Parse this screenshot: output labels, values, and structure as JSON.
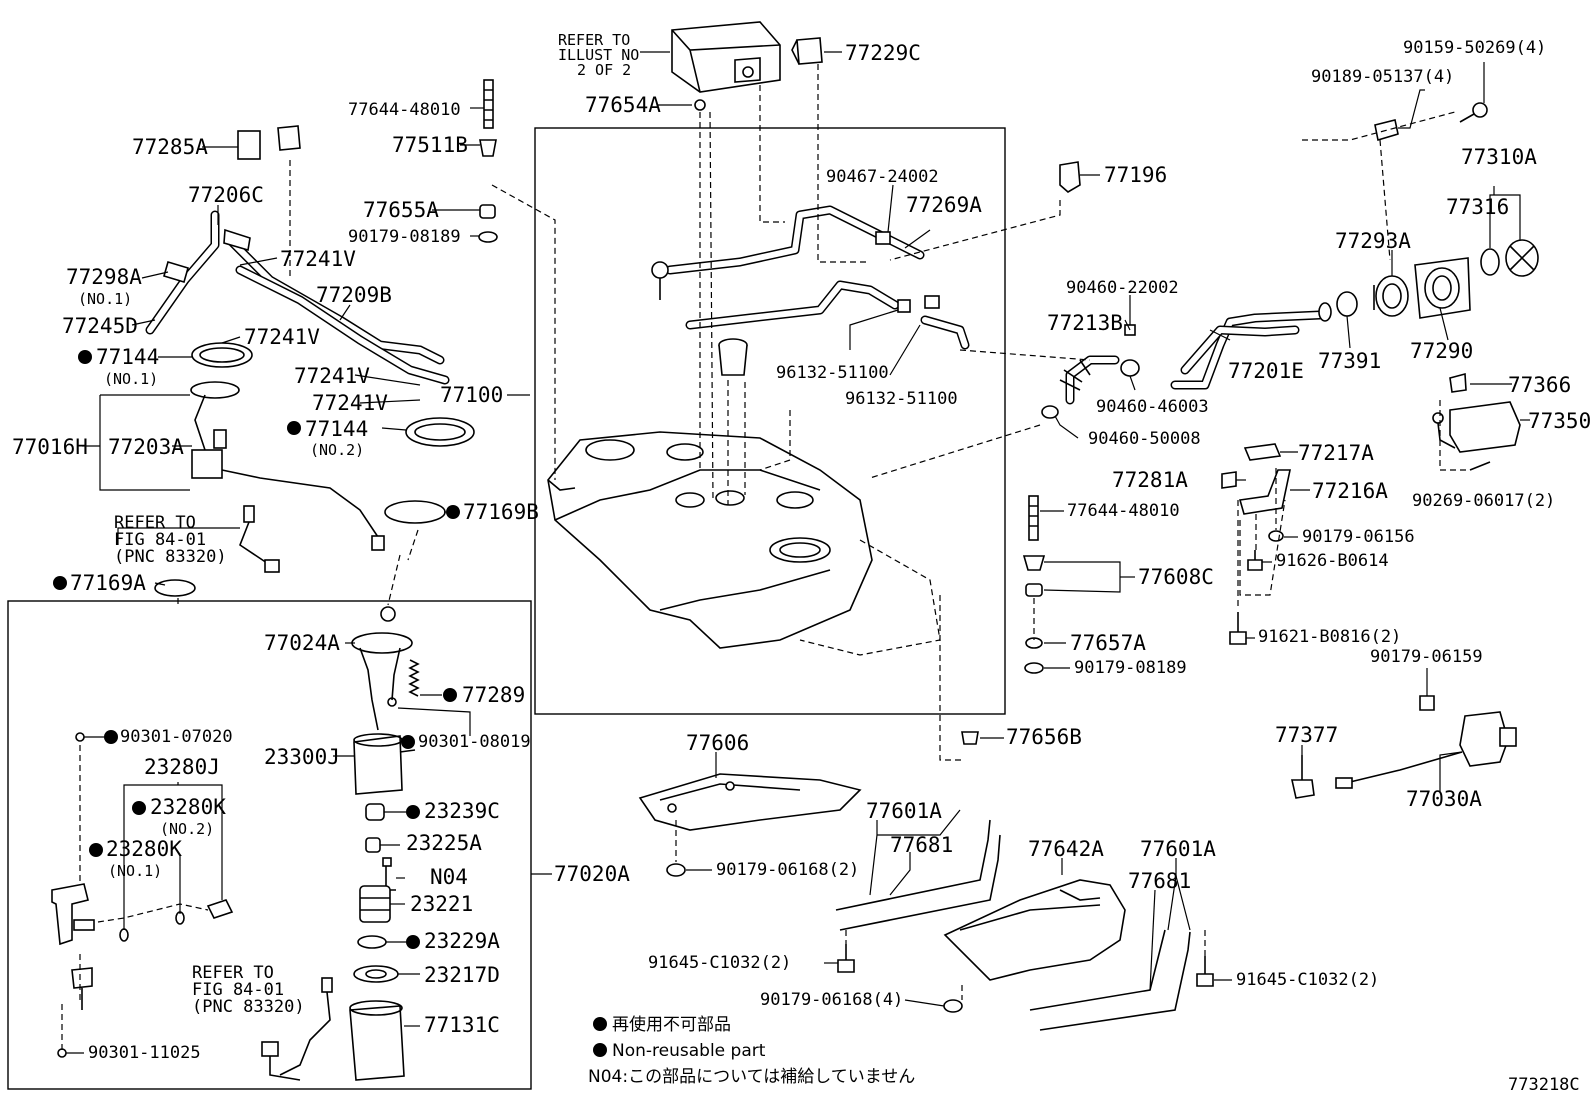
{
  "labels": {
    "refer_illust": [
      "REFER TO",
      "ILLUST NO",
      "2 OF 2"
    ],
    "p77229C": "77229C",
    "p77654A": "77654A",
    "p77644_48010_top": "77644-48010",
    "p77511B": "77511B",
    "p77655A": "77655A",
    "p90179_08189_top": "90179-08189",
    "p77285A": "77285A",
    "p77206C": "77206C",
    "p77241V_a": "77241V",
    "p77209B": "77209B",
    "p77298A": "77298A",
    "no1_a": "(NO.1)",
    "p77245D": "77245D",
    "p77241V_b": "77241V",
    "p77144_a": "77144",
    "no1_b": "(NO.1)",
    "p77241V_c": "77241V",
    "p77241V_d": "77241V",
    "p77144_b": "77144",
    "no2_a": "(NO.2)",
    "p77016H": "77016H",
    "p77203A": "77203A",
    "refer_fig_a": [
      "REFER TO",
      "FIG 84-01",
      "(PNC 83320)"
    ],
    "p77169B": "77169B",
    "p77169A": "77169A",
    "p77100": "77100",
    "p90467_24002": "90467-24002",
    "p77269A": "77269A",
    "p96132_51100_a": "96132-51100",
    "p96132_51100_b": "96132-51100",
    "p77196": "77196",
    "p90460_22002": "90460-22002",
    "p77213B": "77213B",
    "p90460_46003": "90460-46003",
    "p90460_50008": "90460-50008",
    "p77201E": "77201E",
    "p77391": "77391",
    "p77293A": "77293A",
    "p90159_50269": "90159-50269(4)",
    "p90189_05137": "90189-05137(4)",
    "p77310A": "77310A",
    "p77316": "77316",
    "p77290": "77290",
    "p77366": "77366",
    "p77350": "77350",
    "p90269_06017": "90269-06017(2)",
    "p77217A": "77217A",
    "p77281A": "77281A",
    "p77216A": "77216A",
    "p77644_48010_mid": "77644-48010",
    "p90179_06156": "90179-06156",
    "p91626_B0614": "91626-B0614",
    "p77608C": "77608C",
    "p91621_B0816": "91621-B0816(2)",
    "p77657A": "77657A",
    "p90179_08189_mid": "90179-08189",
    "p90179_06159": "90179-06159",
    "p77377": "77377",
    "p77030A": "77030A",
    "p77656B": "77656B",
    "p77024A": "77024A",
    "p77289": "77289",
    "p90301_08019": "90301-08019",
    "p23300J": "23300J",
    "p90301_07020": "90301-07020",
    "p23280J": "23280J",
    "p23280K_a": "23280K",
    "no2_b": "(NO.2)",
    "p23280K_b": "23280K",
    "no1_c": "(NO.1)",
    "p23239C": "23239C",
    "p23225A": "23225A",
    "pN04": "N04",
    "p23221": "23221",
    "p23229A": "23229A",
    "p23217D": "23217D",
    "refer_fig_b": [
      "REFER TO",
      "FIG 84-01",
      "(PNC 83320)"
    ],
    "p77131C": "77131C",
    "p90301_11025": "90301-11025",
    "p77020A": "77020A",
    "p77606": "77606",
    "p90179_06168_2": "90179-06168(2)",
    "p77601A_a": "77601A",
    "p77681_a": "77681",
    "p77642A": "77642A",
    "p77601A_b": "77601A",
    "p77681_b": "77681",
    "p91645_C1032_a": "91645-C1032(2)",
    "p90179_06168_4": "90179-06168(4)",
    "p91645_C1032_b": "91645-C1032(2)"
  },
  "legend": {
    "jp": "再使用不可部品",
    "en": "Non-reusable part",
    "n04": "N04:この部品については補給していません"
  },
  "figure_id": "773218C"
}
